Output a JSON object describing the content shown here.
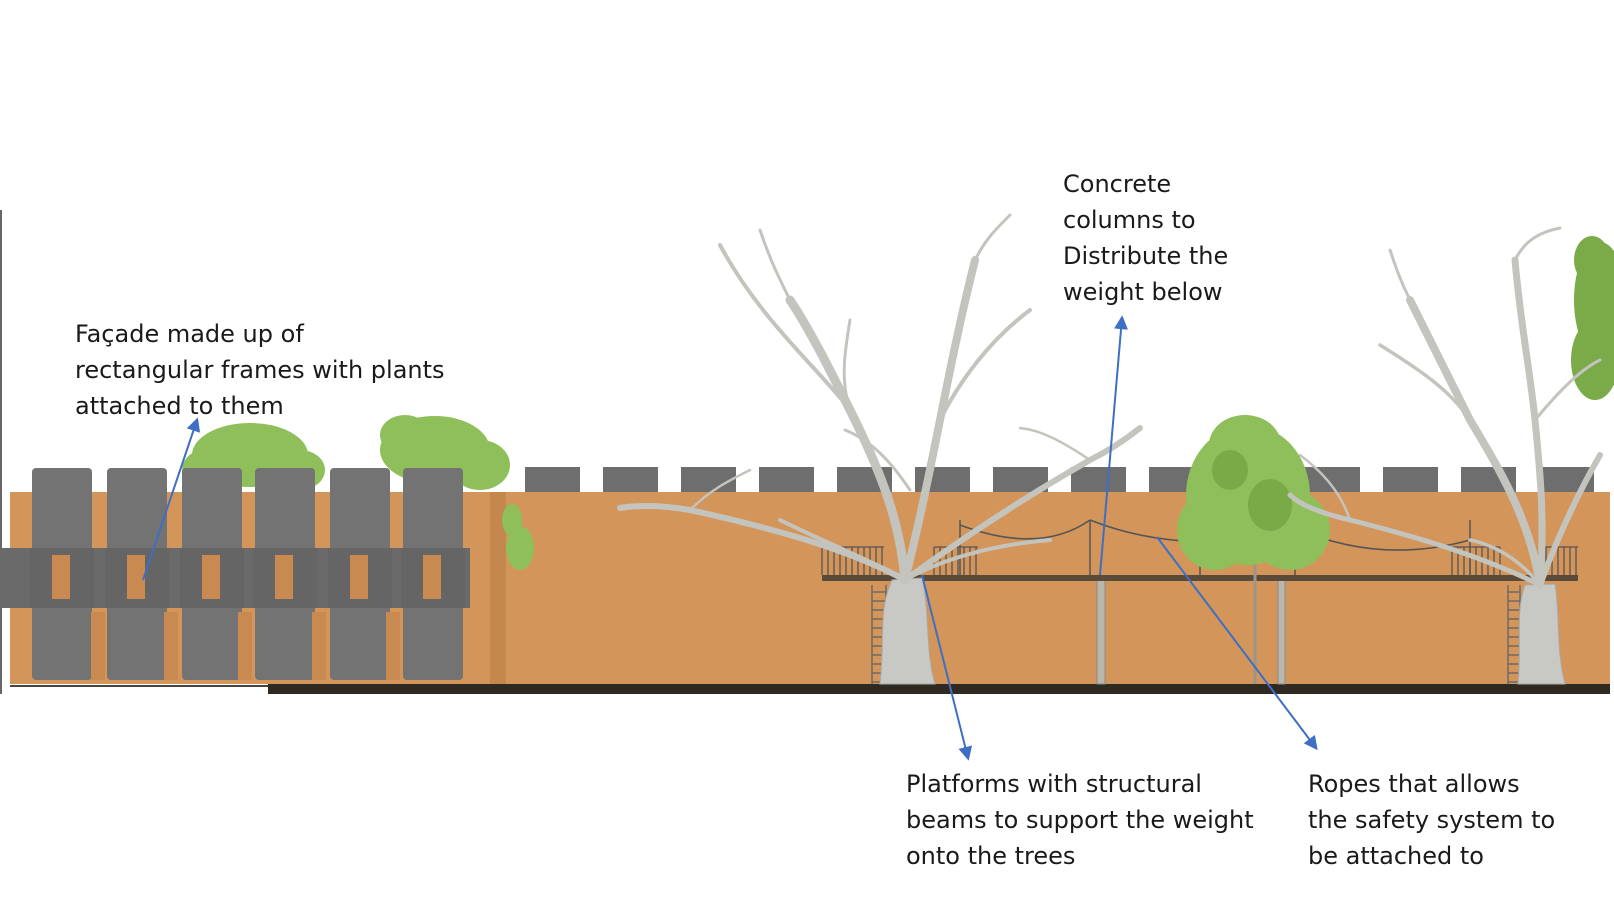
{
  "annotations": {
    "facade": {
      "lines": [
        "Façade made up of",
        "rectangular frames with plants",
        "attached to them"
      ]
    },
    "columns": {
      "lines": [
        "Concrete",
        "columns to",
        "Distribute the",
        "weight below"
      ]
    },
    "platforms": {
      "lines": [
        "Platforms with structural",
        "beams to support the weight",
        "onto the trees"
      ]
    },
    "ropes": {
      "lines": [
        "Ropes that allows",
        "the safety system to",
        "be attached to"
      ]
    }
  },
  "colors": {
    "wall": "#d4955a",
    "wall_shadow": "#b97c44",
    "panel": "#727272",
    "coping": "#6e6e6e",
    "foliage": "#8fbf5a",
    "trunk": "#c8c8c4",
    "ground": "#2e2a22",
    "arrow": "#3f6fc4",
    "platform": "#5a4a3a"
  }
}
